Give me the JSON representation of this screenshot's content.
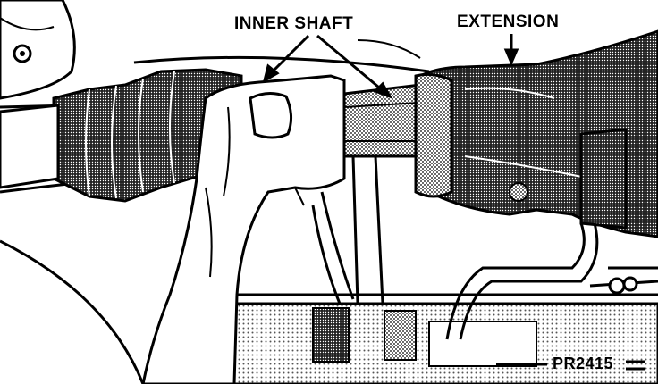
{
  "labels": {
    "inner_shaft": "INNER SHAFT",
    "extension": "EXTENSION",
    "figure_code": "PR2415"
  },
  "colors": {
    "ink": "#000000",
    "paper": "#ffffff",
    "stipple": "#3a3a3a"
  }
}
